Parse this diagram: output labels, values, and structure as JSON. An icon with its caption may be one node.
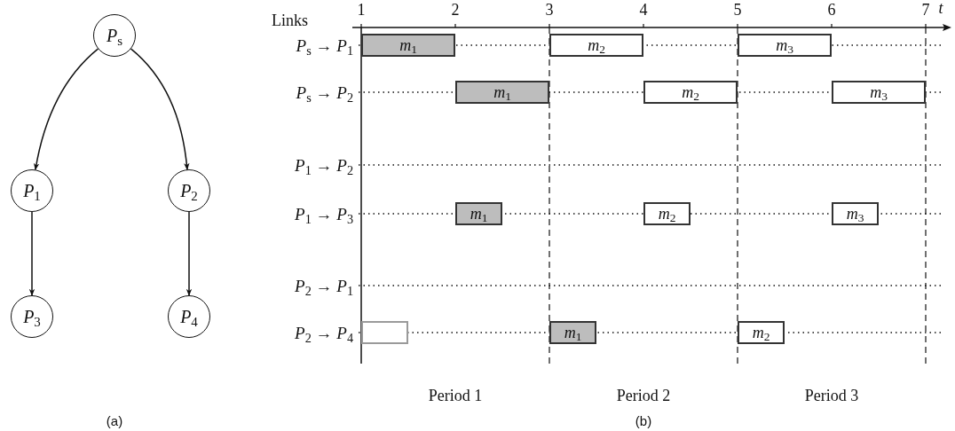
{
  "diagram": {
    "nodes": [
      {
        "text": [
          "*P*$_{s}$"
        ]
      },
      {
        "text": [
          "*P*$_{1}$"
        ]
      },
      {
        "text": [
          "*P*$_{2}$"
        ]
      },
      {
        "text": [
          "*P*$_{3}$"
        ]
      },
      {
        "text": [
          "*P*$_{4}$"
        ]
      },
      {
        "text": [
          "*m*$_{1}$"
        ]
      },
      {
        "text": [
          "*m*$_{2}$"
        ]
      },
      {
        "text": [
          "*m*$_{3}$"
        ]
      },
      {
        "text": [
          "*m*$_{1}$"
        ]
      },
      {
        "text": [
          "*m*$_{2}$"
        ]
      },
      {
        "text": [
          "*m*$_{3}$"
        ]
      },
      {
        "text": [
          "*m*$_{1}$"
        ]
      },
      {
        "text": [
          "*m*$_{2}$"
        ]
      },
      {
        "text": [
          "*m*$_{3}$"
        ]
      },
      {
        "text": [],
        "shape": "box"
      },
      {
        "text": [
          "*m*$_{1}$"
        ]
      },
      {
        "text": [
          "*m*$_{2}$"
        ]
      }
    ],
    "edges": [
      {
        "from": 0,
        "to": 1,
        "arrow": "to"
      },
      {
        "from": 0,
        "to": 2,
        "arrow": "to"
      },
      {
        "from": 1,
        "to": 3,
        "arrow": "to"
      },
      {
        "from": 2,
        "to": 4,
        "arrow": "to"
      }
    ],
    "labels": [
      "Links",
      "1",
      "2",
      "3",
      "4",
      "5",
      "6",
      "7",
      "*t*",
      "*P*$_{s}$ → *P*$_{1}$",
      "*P*$_{s}$ → *P*$_{2}$",
      "*P*$_{1}$ → *P*$_{2}$",
      "*P*$_{1}$ → *P*$_{3}$",
      "*P*$_{2}$ → *P*$_{1}$",
      "*P*$_{2}$ → *P*$_{4}$",
      "Period 1",
      "Period 2",
      "Period 3",
      "(a)",
      "(b)"
    ]
  }
}
